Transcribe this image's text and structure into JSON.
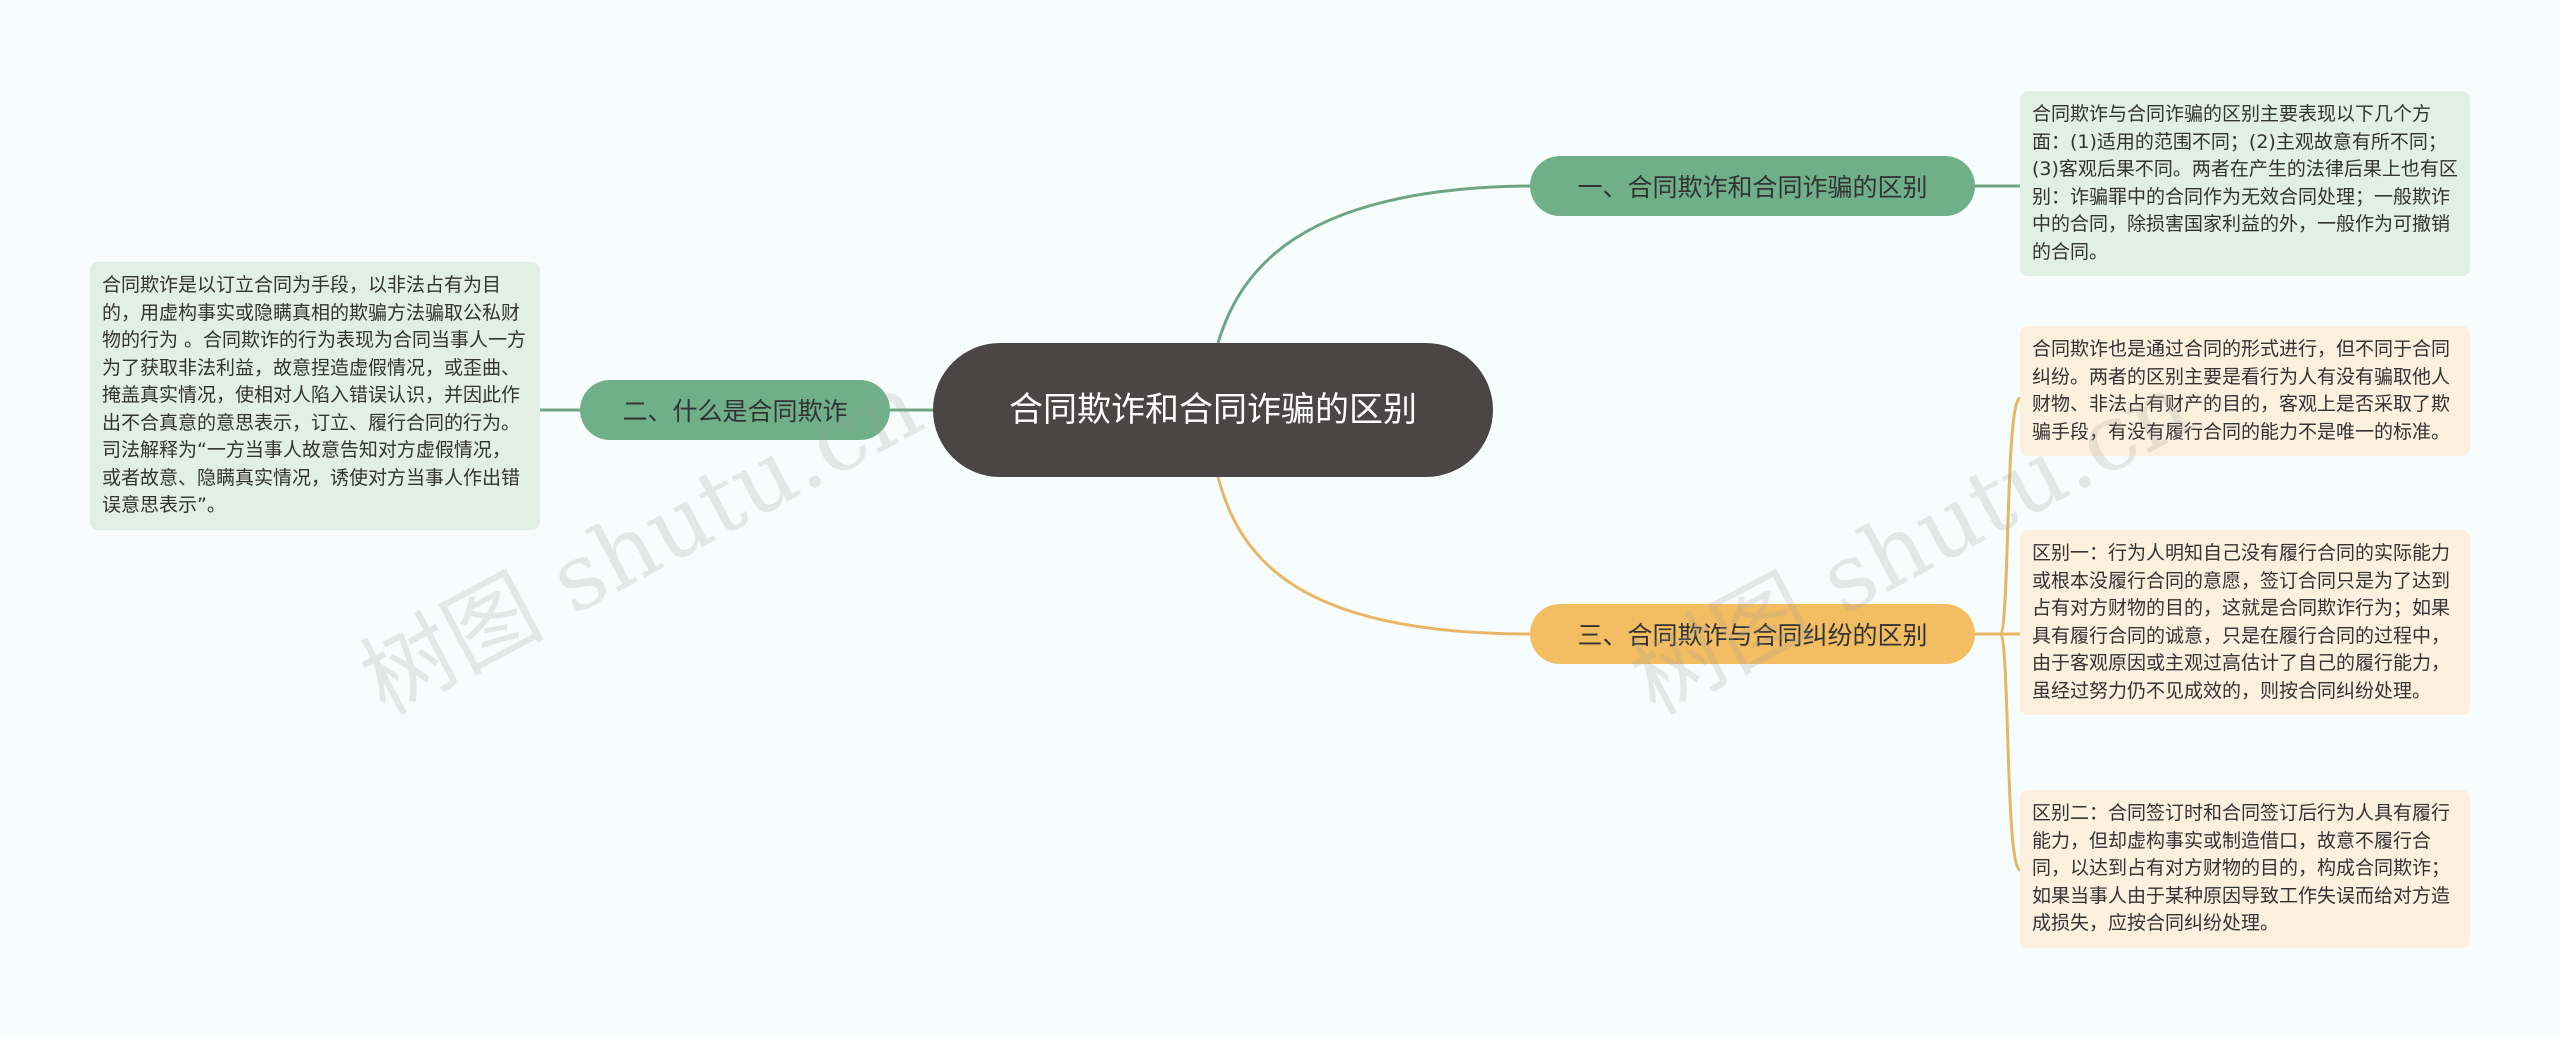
{
  "central": {
    "title": "合同欺诈和合同诈骗的区别"
  },
  "branches": [
    {
      "label": "一、合同欺诈和合同诈骗的区别",
      "leaves": [
        "合同欺诈与合同诈骗的区别主要表现以下几个方面：(1)适用的范围不同；(2)主观故意有所不同；(3)客观后果不同。两者在产生的法律后果上也有区别：诈骗罪中的合同作为无效合同处理；一般欺诈中的合同，除损害国家利益的外，一般作为可撤销的合同。"
      ]
    },
    {
      "label": "二、什么是合同欺诈",
      "leaves": [
        "合同欺诈是以订立合同为手段，以非法占有为目的，用虚构事实或隐瞒真相的欺骗方法骗取公私财物的行为 。合同欺诈的行为表现为合同当事人一方为了获取非法利益，故意捏造虚假情况，或歪曲、掩盖真实情况，使相对人陷入错误认识，并因此作出不合真意的意思表示，订立、履行合同的行为。司法解释为“一方当事人故意告知对方虚假情况，或者故意、隐瞒真实情况，诱使对方当事人作出错误意思表示”。"
      ]
    },
    {
      "label": "三、合同欺诈与合同纠纷的区别",
      "leaves": [
        "合同欺诈也是通过合同的形式进行，但不同于合同纠纷。两者的区别主要是看行为人有没有骗取他人财物、非法占有财产的目的，客观上是否采取了欺骗手段，有没有履行合同的能力不是唯一的标准。",
        "区别一：行为人明知自己没有履行合同的实际能力或根本没履行合同的意愿，签订合同只是为了达到占有对方财物的目的，这就是合同欺诈行为；如果具有履行合同的诚意，只是在履行合同的过程中，由于客观原因或主观过高估计了自己的履行能力，虽经过努力仍不见成效的，则按合同纠纷处理。",
        "区别二：合同签订时和合同签订后行为人具有履行能力，但却虚构事实或制造借口，故意不履行合同，以达到占有对方财物的目的，构成合同欺诈；如果当事人由于某种原因导致工作失误而给对方造成损失，应按合同纠纷处理。"
      ]
    }
  ],
  "watermark": {
    "text": "树图 shutu.cn"
  },
  "colors": {
    "background": "#f7fdfc",
    "central": "#4a4646",
    "green_branch": "#6fb088",
    "green_leaf": "#e1efe4",
    "green_line": "#6fa583",
    "orange_branch": "#f3bd62",
    "orange_leaf": "#fdf0de",
    "orange_line": "#e8b766"
  }
}
